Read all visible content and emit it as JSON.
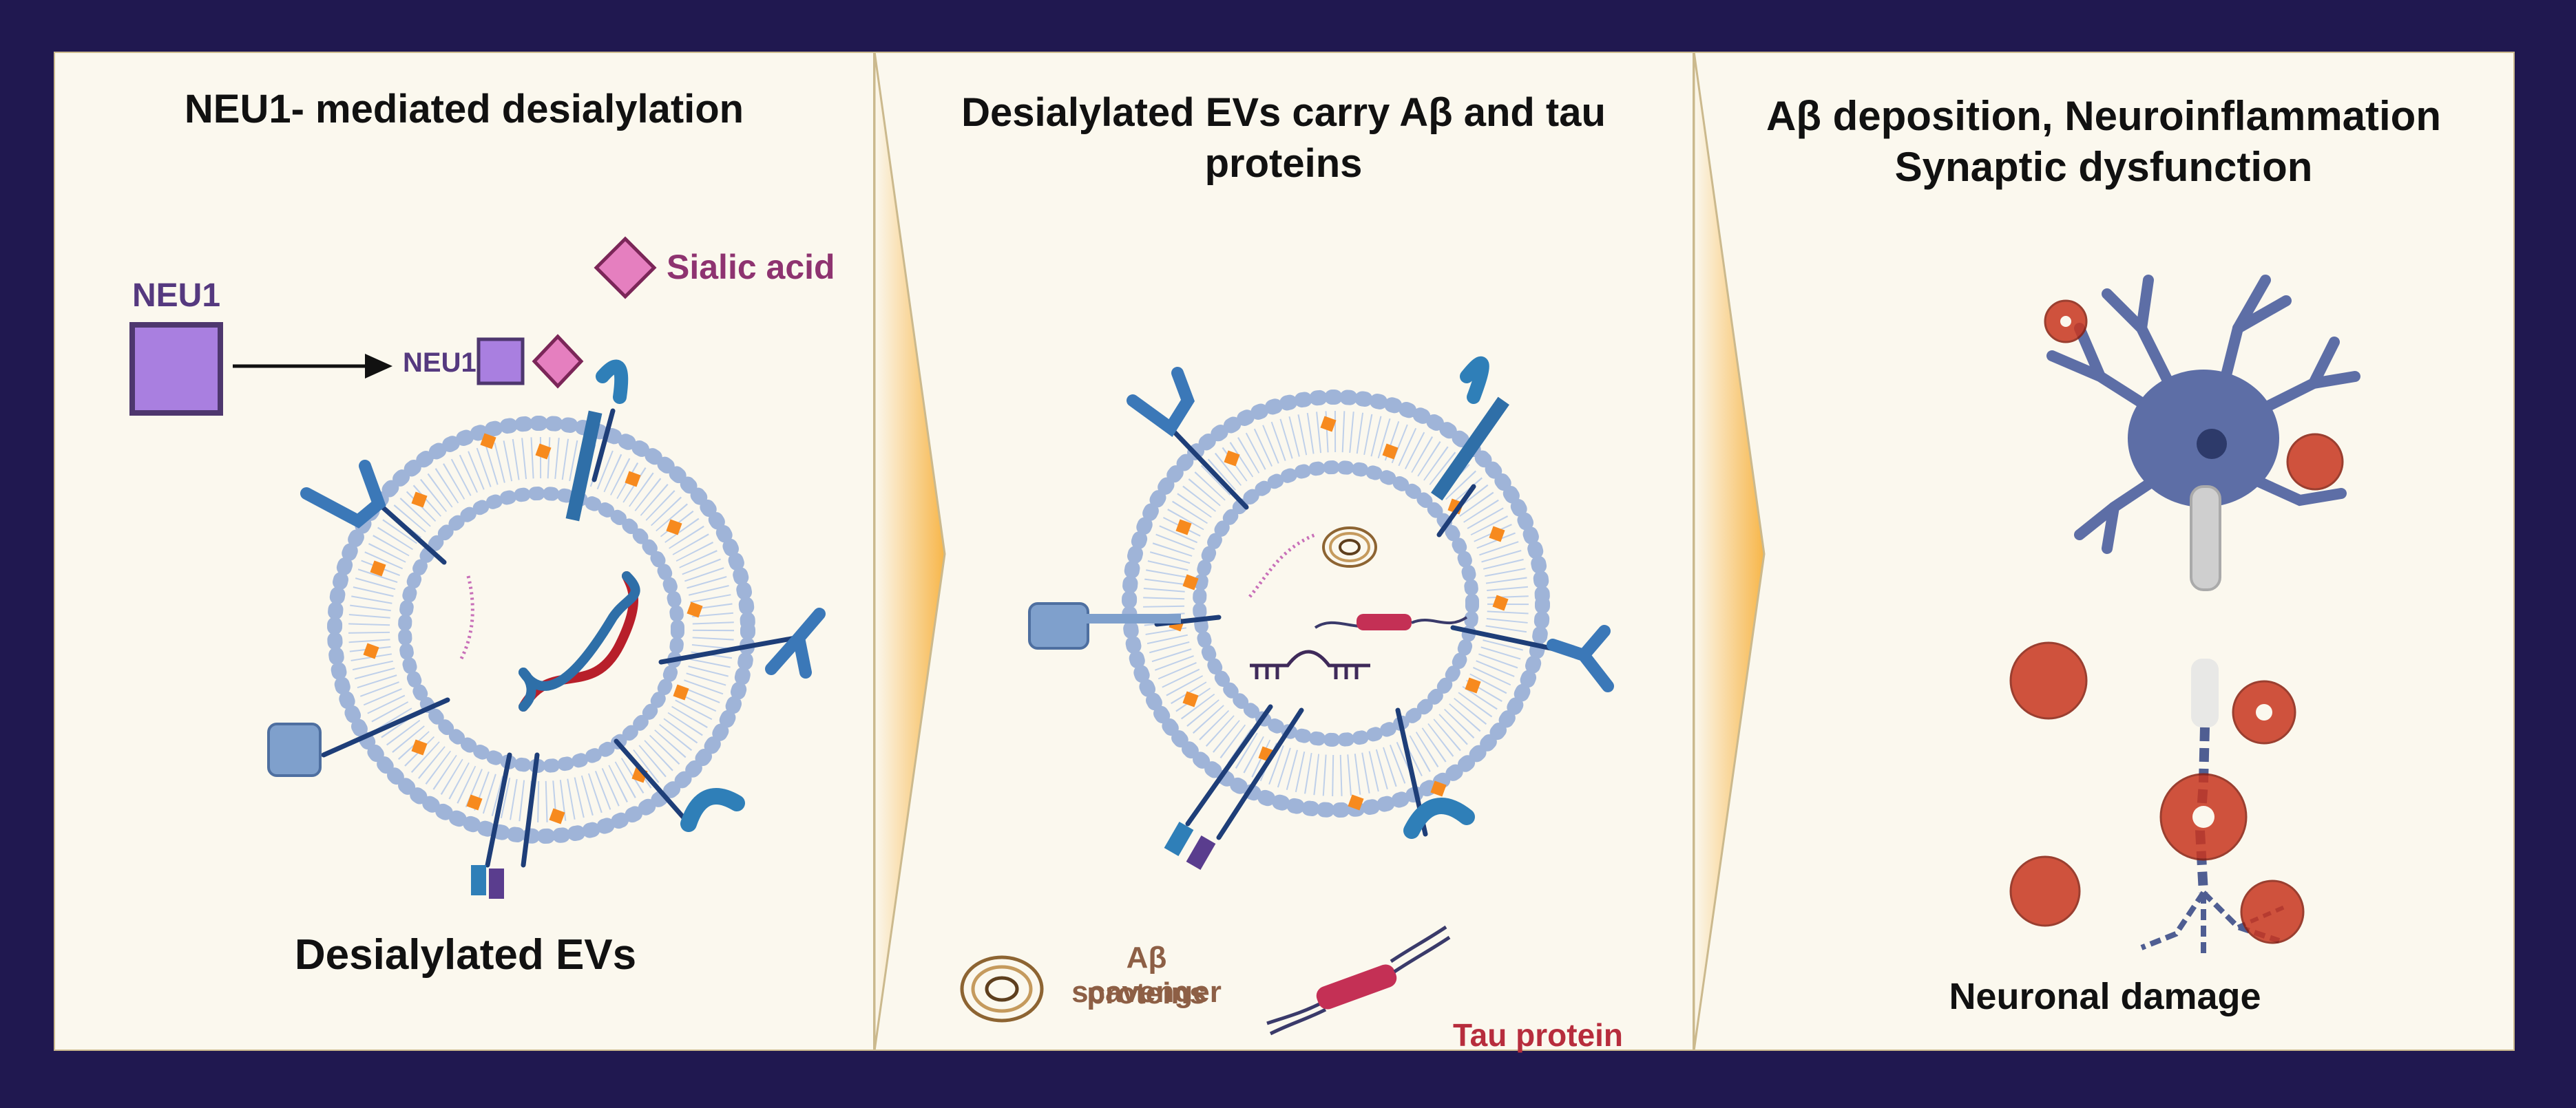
{
  "panels": [
    {
      "title": "NEU1- mediated desialylation",
      "neu1_box_label": "NEU1",
      "neu1_small_label": "NEU1",
      "sialic_acid_label": "Sialic acid",
      "caption": "Desialylated EVs"
    },
    {
      "title_line1": "Desialylated EVs carry Aβ and tau",
      "title_line2": "proteins",
      "legend_scavenger_line1": "Aβ scavenger",
      "legend_scavenger_line2": "proteins",
      "legend_tau": "Tau protein"
    },
    {
      "title_line1": "Aβ deposition, Neuroinflammation",
      "title_line2": "Synaptic dysfunction",
      "caption": "Neuronal damage"
    }
  ],
  "colors": {
    "background": "#201850",
    "panel": "#fbf8ee",
    "neu1_purple": "#a97fe0",
    "neu1_text": "#55397f",
    "sialic_pink": "#e57fbf",
    "sialic_text": "#8e3370",
    "membrane_head": "#9fb4d8",
    "cargo_orange": "#f78a1e",
    "tau_red": "#c43055",
    "scavenger_brown": "#8d6432",
    "amyloid_red": "#c8361f",
    "neuron_blue": "#5d6ea6"
  },
  "icons": [
    "neu1-enzyme-icon",
    "sialic-acid-icon",
    "extracellular-vesicle-icon",
    "dna-icon",
    "rna-icon",
    "receptor-icon",
    "amyloid-plaque-icon",
    "tau-protein-icon",
    "neuron-icon",
    "chevron-arrow-icon"
  ]
}
